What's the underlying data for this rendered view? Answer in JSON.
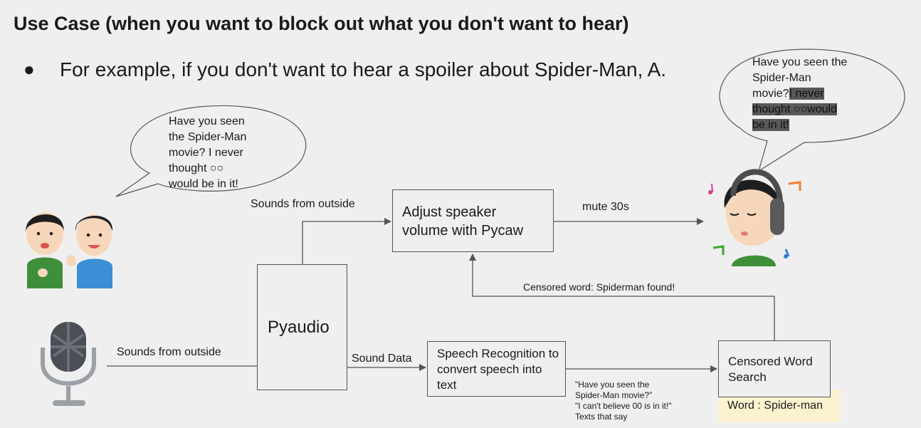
{
  "title": "Use Case  (when you want to block out what you don't want to hear)",
  "bullet": {
    "symbol": "●",
    "text": "For example, if you don't want to hear a spoiler about Spider-Man, A."
  },
  "left_bubble": {
    "lines": [
      "Have you seen",
      "the Spider-Man",
      "movie? I never",
      "thought ○○",
      "would be in it!"
    ]
  },
  "right_bubble": {
    "lines": [
      "Have you seen the",
      "Spider-Man"
    ],
    "line3_plain": "movie?",
    "line3_highlight": "I never",
    "line4_highlight": "thought ○○would",
    "line5_highlight": "be in it!"
  },
  "nodes": {
    "adjust": "Adjust speaker volume with Pycaw",
    "pyaudio": "Pyaudio",
    "speech": "Speech Recognition to convert speech into text",
    "censor": "Censored Word Search",
    "word": "Word : Spider-man"
  },
  "edges": {
    "mic_to_pyaudio": "Sounds from outside",
    "pyaudio_to_adjust": "Sounds from outside",
    "adjust_to_listener": "mute 30s",
    "pyaudio_to_speech": "Sound Data",
    "censor_to_adjust": "Censored word: Spiderman found!"
  },
  "recognized_text": {
    "lines": [
      "\"Have you seen the",
      "Spider-Man movie?\"",
      "\"I can't believe 00 is in it!\"",
      "Texts that say"
    ]
  },
  "colors": {
    "background": "#efefef",
    "word_box": "#fdf2cf",
    "highlight": "#595959",
    "line": "#555555",
    "shirt_green": "#3f8f3a",
    "shirt_blue": "#3a8fd6"
  }
}
